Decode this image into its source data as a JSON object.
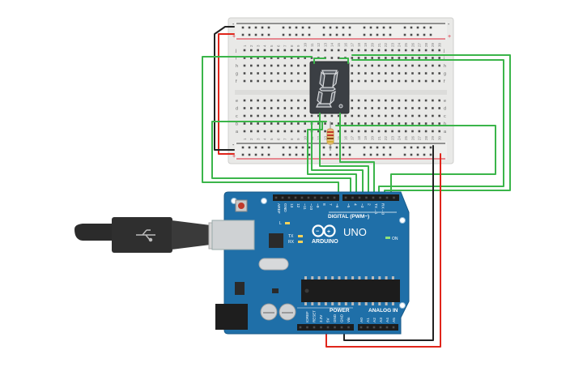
{
  "breadboard": {
    "plus_label": "+",
    "minus_label": "-",
    "row_letters_top": [
      "j",
      "i",
      "h",
      "g",
      "f"
    ],
    "row_letters_bottom": [
      "e",
      "d",
      "c",
      "b",
      "a"
    ],
    "column_numbers": [
      "1",
      "2",
      "3",
      "4",
      "5",
      "6",
      "7",
      "8",
      "9",
      "10",
      "11",
      "12",
      "13",
      "14",
      "15",
      "16",
      "17",
      "18",
      "19",
      "20",
      "21",
      "22",
      "23",
      "24",
      "25",
      "26",
      "27",
      "28",
      "29",
      "30"
    ]
  },
  "display": {
    "digit": "8"
  },
  "arduino": {
    "model": "UNO",
    "brand": "ARDUINO",
    "digital_label": "DIGITAL (PWM~)",
    "analog_label": "ANALOG IN",
    "power_label": "POWER",
    "on_label": "ON",
    "tx_label": "TX",
    "rx_label": "RX",
    "l_label": "L",
    "digital_pins": [
      "AREF",
      "GND",
      "13",
      "12",
      "~11",
      "~10",
      "~9",
      "8",
      "7",
      "~6",
      "~5",
      "4",
      "~3",
      "2",
      "TX→1",
      "RX←0"
    ],
    "power_pins": [
      "IOREF",
      "RESET",
      "3.3V",
      "5V",
      "GND",
      "GND",
      "Vin"
    ],
    "analog_pins": [
      "A0",
      "A1",
      "A2",
      "A3",
      "A4",
      "A5"
    ]
  },
  "colors": {
    "wire_green": "#3bb54a",
    "wire_red": "#e0251b",
    "wire_black": "#222222",
    "board_blue": "#1f6fa8",
    "breadboard": "#e9e9e7"
  }
}
